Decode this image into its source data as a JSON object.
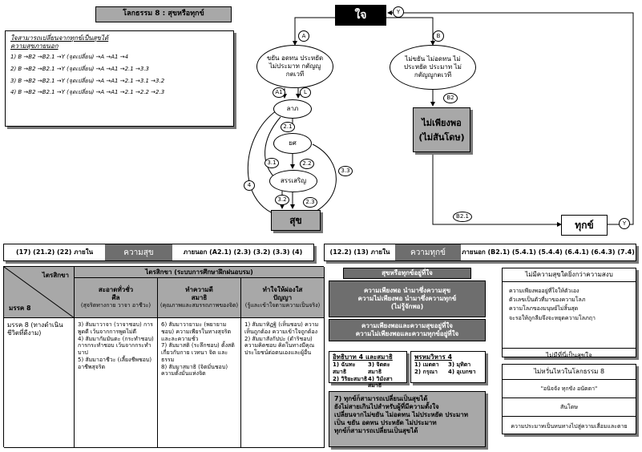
{
  "title": "โลกธรรม 8 : สุขหรือทุกข์",
  "heart": "ใจ",
  "sidebox": {
    "heading": "ใจสามารถเปลี่ยนจากทุกข์เป็นสุขได้",
    "subheading": "ความสุขภายนอก",
    "paths": [
      "1)  B →B2 →B2.1 →Y (จุดเปลี่ยน) →A →A1 →4",
      "2)  B →B2 →B2.1 →Y (จุดเปลี่ยน) →A →A1 →2.1 →3.3",
      "3)  B →B2 →B2.1 →Y (จุดเปลี่ยน) →A →A1 →2.1 →3.1 →3.2",
      "4)  B →B2 →B2.1 →Y (จุดเปลี่ยน) →A →A1 →2.1 →2.2 →2.3"
    ]
  },
  "nodes": {
    "left_ellipse": "ขยัน อดทน ประหยัด ไม่ประมาท กตัญญูกตเวที",
    "right_ellipse": "ไม่ขยัน ไม่อดทน ไม่ประหยัด ประมาท ไม่กตัญญูกตเวที",
    "labha": "ลาภ",
    "yasa": "ยศ",
    "pasamsa": "สรรเสริญ",
    "sukha": "สุข",
    "not_enough": "ไม่เพียงพอ (ไม่สันโดษ)",
    "dukkha": "ทุกข์"
  },
  "labels": {
    "Y": "Y",
    "A": "A",
    "B": "B",
    "A1": "A1",
    "L": "L",
    "B2": "B2",
    "B21": "B2.1",
    "n21": "2.1",
    "n22": "2.2",
    "n23": "2.3",
    "n31": "3.1",
    "n32": "3.2",
    "n33": "3.3",
    "n4": "4"
  },
  "bar_left": {
    "codes": "(17) (21.2) (22) ภายใน",
    "center": "ความสุข",
    "outer": "ภายนอก (A2.1) (2.3) (3.2) (3.3) (4)"
  },
  "bar_right": {
    "codes": "(12.2) (13) ภายใน",
    "center": "ความทุกข์",
    "outer": "ภายนอก (B2.1) (5.4.1) (5.4.4) (6.4.1) (6.4.3) (7.4)"
  },
  "table": {
    "corner_top": "ไตรสิกขา",
    "corner_bottom": "มรรค 8",
    "header": "ไตรสิกขา (ระบบการศึกษาฝึกฝนอบรม)",
    "cols": [
      {
        "title1": "สะอาดทั่วชั่ว",
        "title2": "ศีล",
        "sub": "(สุจริตทางกาย วาจา อาชีวะ)"
      },
      {
        "title1": "ทำความดี",
        "title2": "สมาธิ",
        "sub": "(คุณภาพและสมรรถภาพของจิต)"
      },
      {
        "title1": "ทำใจให้ผ่องใส",
        "title2": "ปัญญา",
        "sub": "(รู้และเข้าใจตามความเป็นจริง)"
      }
    ],
    "row_label": "มรรค 8 (ทางดำเนินชีวิตที่ดีงาม)",
    "cells": [
      "3) สัมมาวาจา (วาจาชอบ) การพูดดี เว้นจากการพูดไม่ดี\n4) สัมมากัมมันตะ (กระทำชอบ) การกระทำชอบ เว้นจากกระทำบาป\n5) สัมมาอาชีวะ (เลี้ยงชีพชอบ) อาชีพสุจริต",
      "6) สัมมาวายามะ (พยายามชอบ) ความเพียรในทางสุจริต และละความชั่ว\n7) สัมมาสติ (ระลึกชอบ) ตั้งสติเกี่ยวกับกาย เวทนา จิต และธรรม\n8) สัมมาสมาธิ (จิตมั่นชอบ) ความตั้งมั่นแห่งจิต",
      "1) สัมมาทิฏฐิ (เห็นชอบ) ความเห็นถูกต้อง ความเข้าใจถูกต้อง\n2) สัมมาสังกัปปะ (ดำริชอบ) ความคิดชอบ คิดในทางมีคุณประโยชน์ต่อตนเองและผู้อื่น"
    ]
  },
  "mid": {
    "title": "สุขหรือทุกข์อยู่ที่ใจ",
    "lines1": "ความเพียงพอ    นำมาซึ่งความสุข\nความไม่เพียงพอ  นำมาซึ่งความทุกข์\n(ไม่รู้จักพอ)",
    "lines2": "ความเพียงพอและความสุขอยู่ที่ใจ\nความไม่เพียงพอและความทุกข์อยู่ที่ใจ",
    "iddhi_title": "อิทธิบาท 4 และสมาธิ",
    "iddhi": [
      "1) ฉันทะสมาธิ",
      "3) จิตตะสมาธิ",
      "2) วิริยะสมาธิ",
      "4) วิมังสาสมาธิ"
    ],
    "brahma_title": "พรหมวิหาร 4",
    "brahma": [
      "1) เมตตา",
      "3) มุทิตา",
      "2) กรุณา",
      "4) อุเบกขา"
    ],
    "bottom": "7) ทุกข์ก็สามารถเปลี่ยนเป็นสุขได้\nยังไม่สายเกินไปสำหรับผู้ที่มีความตั้งใจ\nเปลี่ยนจากไม่ขยัน ไม่อดทน ไม่ประหยัด ประมาท\nเป็น ขยัน อดทน ประหยัด ไม่ประมาท\nทุกข์ก็สามารถเปลี่ยนเป็นสุขได้"
  },
  "right": {
    "box1_title": "ไม่มีความสุขใดยิ่งกว่าความสงบ",
    "box1_body": "ความเพียงพออยู่ที่ใจให้ตัวเอง\nตัวเลขเป็นตัวที่มาของความโลภ\nความโลภของมนุษย์ไม่สิ้นสุด\nจะรอให้ถูกลืมจึงจะหยุดความโลภฤา",
    "box1_footer": "ไม่มีที่นี่เป็นสุขใจ",
    "box2_title": "ไม่หวั่นไหวในโลกธรรม 8",
    "box2_l1": "\"อนิจจัง ทุกขัง อนัตตา\"",
    "box2_l2": "สันโดษ",
    "box2_l3": "ความประมาทเป็นหนทางไปสู่ความเสื่อมและตาย"
  }
}
